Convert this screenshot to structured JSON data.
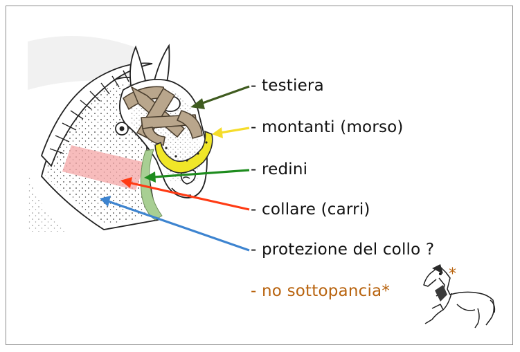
{
  "labels": [
    {
      "key": "testiera",
      "text": "- testiera",
      "arrow_color": "#3f5b1f"
    },
    {
      "key": "montanti",
      "text": "- montanti (morso)",
      "arrow_color": "#f5dc2a"
    },
    {
      "key": "redini",
      "text": "- redini",
      "arrow_color": "#1e8c1e"
    },
    {
      "key": "collare",
      "text": "- collare (carri)",
      "arrow_color": "#ff3b14"
    },
    {
      "key": "protezione",
      "text": "- protezione del collo ?",
      "arrow_color": "#3d84d0"
    },
    {
      "key": "sottopancia",
      "text": "- no sottopancia*",
      "color": "#b8630e"
    }
  ],
  "asterisk": "*",
  "colors": {
    "frame": "#8a8a8a",
    "headstall": "#b9a68c",
    "bit": "#f0e628",
    "reins_band": "#a8cf93",
    "collar_band": "#f4a6a6"
  }
}
